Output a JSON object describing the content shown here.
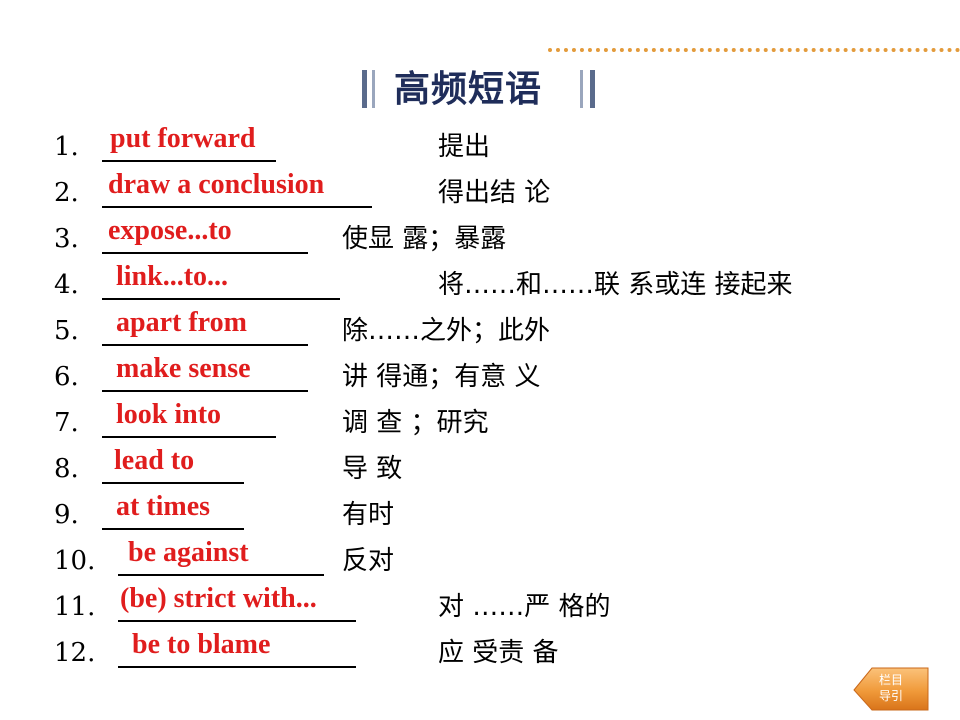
{
  "title": "高频短语",
  "phrases": [
    {
      "number": "1.",
      "answer": "put forward",
      "meaning": "提出"
    },
    {
      "number": "2.",
      "answer": "draw a conclusion",
      "meaning": "得出结 论"
    },
    {
      "number": "3.",
      "answer": "expose...to",
      "meaning": "使显 露；暴露"
    },
    {
      "number": "4.",
      "answer": "link...to...",
      "meaning": "将……和……联 系或连 接起来"
    },
    {
      "number": "5.",
      "answer": "apart from",
      "meaning": "除……之外；此外"
    },
    {
      "number": "6.",
      "answer": "make sense",
      "meaning": "讲 得通；有意 义"
    },
    {
      "number": "7.",
      "answer": "look into",
      "meaning": "调 查 ；研究"
    },
    {
      "number": "8.",
      "answer": "lead to",
      "meaning": "导 致"
    },
    {
      "number": "9.",
      "answer": "at times",
      "meaning": "有时"
    },
    {
      "number": "10.",
      "answer": "be against",
      "meaning": "反对"
    },
    {
      "number": "11.",
      "answer": "(be) strict with...",
      "meaning": "对 ……严 格的"
    },
    {
      "number": "12.",
      "answer": "be to blame",
      "meaning": "应 受责 备"
    }
  ],
  "nav_button": {
    "line1": "栏目",
    "line2": "导引"
  },
  "colors": {
    "answer": "#e01d1d",
    "title": "#1f2d5a",
    "accent": "#e39b3c"
  }
}
